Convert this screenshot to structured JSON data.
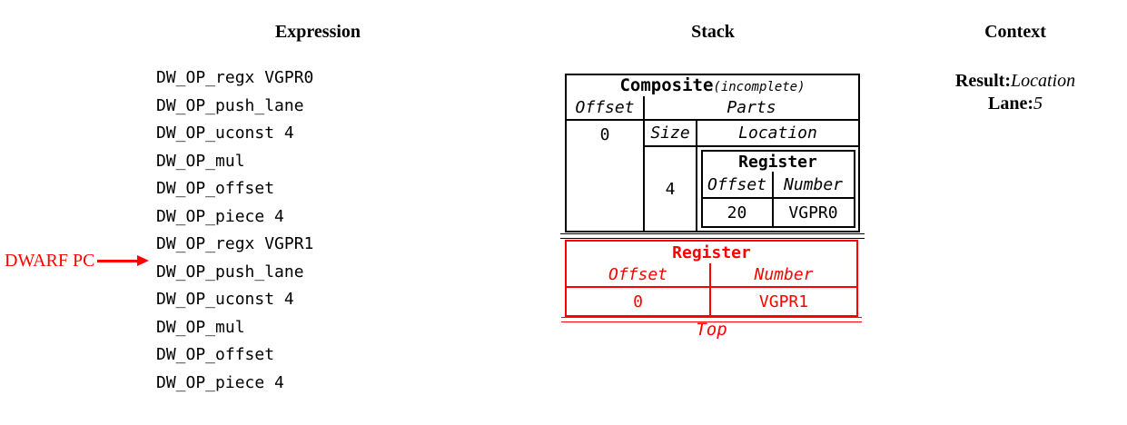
{
  "colors": {
    "highlight_red": "#ff0000",
    "text_black": "#000000",
    "background": "#ffffff"
  },
  "columns": {
    "expression": {
      "header": "Expression",
      "items": [
        "DW_OP_regx VGPR0",
        "DW_OP_push_lane",
        "DW_OP_uconst 4",
        "DW_OP_mul",
        "DW_OP_offset",
        "DW_OP_piece 4",
        "DW_OP_regx VGPR1",
        "DW_OP_push_lane",
        "DW_OP_uconst 4",
        "DW_OP_mul",
        "DW_OP_offset",
        "DW_OP_piece 4"
      ],
      "pc_marker": {
        "label": "DWARF PC",
        "points_to_item_index": 7
      }
    },
    "stack": {
      "header": "Stack",
      "composite": {
        "title": "Composite",
        "qualifier": "(incomplete)",
        "offset_label": "Offset",
        "offset_value": "0",
        "parts_label": "Parts",
        "size_label": "Size",
        "location_label": "Location",
        "part_size_value": "4",
        "part_location_register": {
          "title": "Register",
          "offset_label": "Offset",
          "number_label": "Number",
          "offset_value": "20",
          "number_value": "VGPR0"
        }
      },
      "register": {
        "title": "Register",
        "offset_label": "Offset",
        "number_label": "Number",
        "offset_value": "0",
        "number_value": "VGPR1"
      },
      "top_label": "Top"
    },
    "context": {
      "header": "Context",
      "result_label": "Result:",
      "result_value": "Location",
      "lane_label": "Lane:",
      "lane_value": "5"
    }
  }
}
